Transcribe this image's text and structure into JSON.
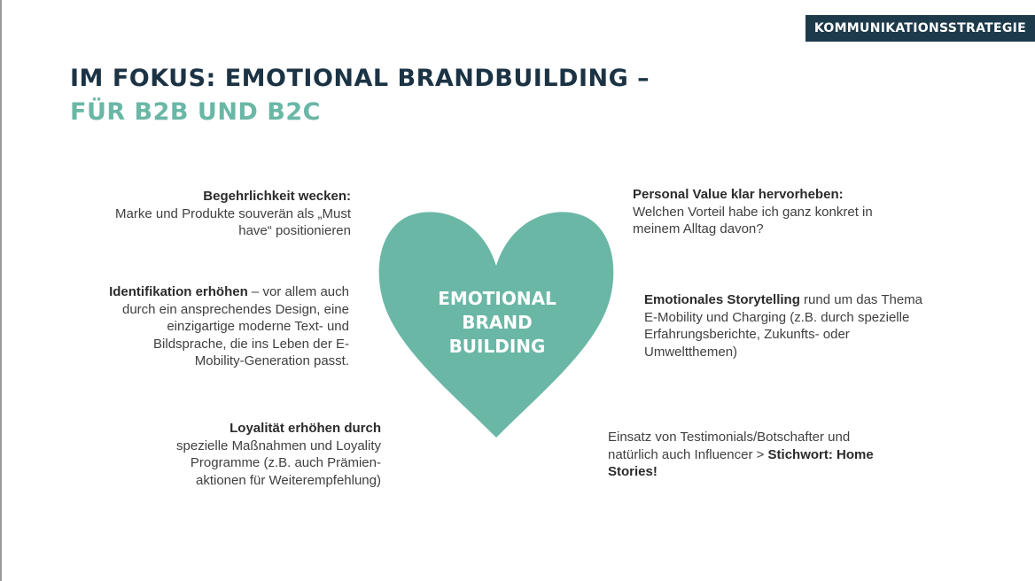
{
  "badge": "KOMMUNIKATIONSSTRATEGIE",
  "title": {
    "line1": "IM FOKUS: EMOTIONAL BRANDBUILDING –",
    "line2": "FÜR B2B UND B2C"
  },
  "heart": {
    "color": "#6ab7a6",
    "line1": "EMOTIONAL",
    "line2": "BRAND",
    "line3": "BUILDING"
  },
  "left": {
    "b1": {
      "bold": "Begehrlichkeit wecken:",
      "l1": "Marke und Produkte souverän als „Must",
      "l2": "have“ positionieren"
    },
    "b2": {
      "bold": "Identifikation erhöhen",
      "rest": " – vor allem auch",
      "l2": "durch ein ansprechendes Design, eine",
      "l3": "einzigartige moderne Text- und",
      "l4": "Bildsprache, die ins Leben der E-",
      "l5": "Mobility-Generation passt."
    },
    "b3": {
      "bold": "Loyalität erhöhen durch",
      "l2": "spezielle Maßnahmen und Loyality",
      "l3": "Programme (z.B. auch Prämien-",
      "l4": "aktionen für Weiterempfehlung)"
    }
  },
  "right": {
    "b4": {
      "bold": "Personal Value klar hervorheben:",
      "l2": "Welchen Vorteil habe ich ganz konkret in",
      "l3": "meinem Alltag davon?"
    },
    "b5": {
      "bold": "Emotionales Storytelling",
      "rest": " rund um das Thema",
      "l2": "E-Mobility und Charging (z.B. durch spezielle",
      "l3": "Erfahrungsberichte, Zukunfts- oder",
      "l4": "Umweltthemen)"
    },
    "b6": {
      "l1": "Einsatz von Testimonials/Botschafter und",
      "l2a": "natürlich auch Influencer > ",
      "l2b": "Stichwort: Home",
      "l3": "Stories!"
    }
  }
}
